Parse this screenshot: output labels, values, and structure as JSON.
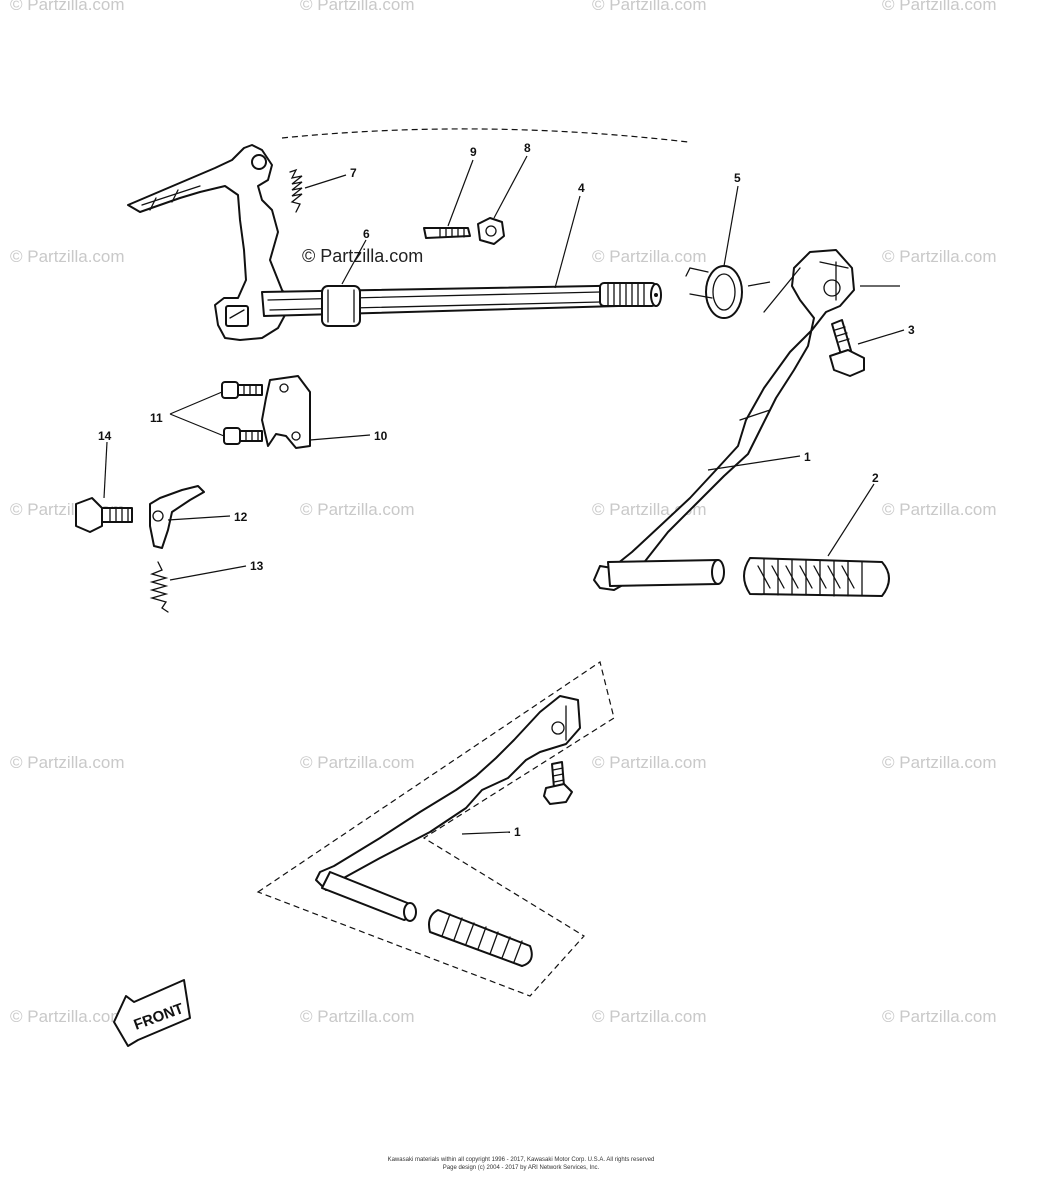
{
  "watermark": {
    "text": "© Partzilla.com",
    "center_text": "© Partzilla.com"
  },
  "callouts": {
    "c1": "1",
    "c1b": "1",
    "c2": "2",
    "c3": "3",
    "c4": "4",
    "c5": "5",
    "c6": "6",
    "c7": "7",
    "c8": "8",
    "c9": "9",
    "c10": "10",
    "c11": "11",
    "c12": "12",
    "c13": "13",
    "c14": "14"
  },
  "front_label": "FRONT",
  "footer": {
    "line1": "Kawasaki materials within all copyright 1996 - 2017, Kawasaki Motor Corp. U.S.A.   All rights reserved",
    "line2": "Page design (c) 2004 - 2017 by ARI Network Services, Inc."
  }
}
